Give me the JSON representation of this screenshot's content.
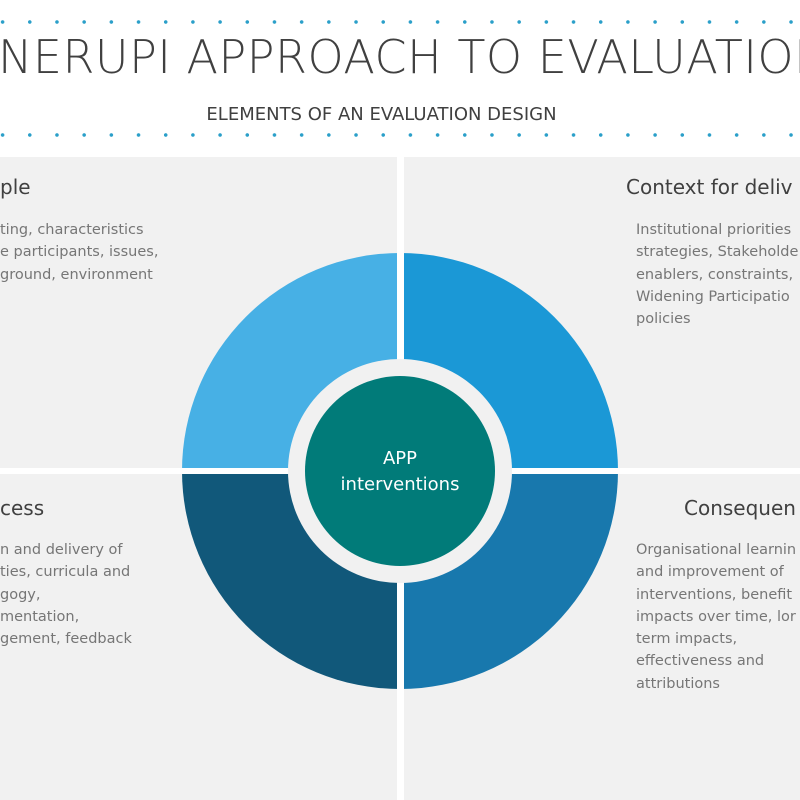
{
  "header": {
    "title": "NERUPI APPROACH TO EVALUATION",
    "subtitle": "ELEMENTS OF AN EVALUATION DESIGN"
  },
  "quadrants": [
    {
      "id": "people",
      "heading": "ple",
      "lines": [
        "ting, characteristics",
        "e participants, issues,",
        "ground, environment"
      ],
      "color": "#47b0e5"
    },
    {
      "id": "context",
      "heading": "Context for deliv",
      "lines": [
        "Institutional priorities",
        "strategies, Stakeholde",
        "enablers, constraints,",
        "Widening Participatio",
        "policies"
      ],
      "color": "#1b98d6"
    },
    {
      "id": "process",
      "heading": "cess",
      "lines": [
        "n and delivery of",
        "ties, curricula and",
        "gogy,",
        "mentation,",
        "gement, feedback"
      ],
      "color": "#11587a"
    },
    {
      "id": "consequences",
      "heading": "Consequen",
      "lines": [
        "Organisational learnin",
        "and improvement of",
        "interventions, benefit",
        "impacts over time, lor",
        "term impacts,",
        "effectiveness and",
        "attributions"
      ],
      "color": "#1878ad"
    }
  ],
  "center": {
    "line1": "APP",
    "line2": "interventions",
    "color": "#017b79"
  }
}
